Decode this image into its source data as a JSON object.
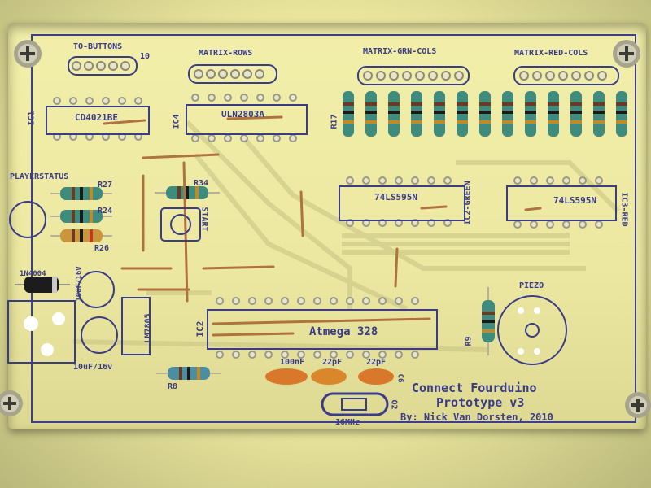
{
  "labels": {
    "to_buttons": "TO-BUTTONS",
    "to_buttons_pin": "10",
    "matrix_rows": "MATRIX-ROWS",
    "matrix_grn_cols": "MATRIX-GRN-COLS",
    "matrix_red_cols": "MATRIX-RED-COLS",
    "cd4021": "CD4021BE",
    "ic1": "IC1",
    "uln2803": "ULN2803A",
    "ic4": "IC4",
    "r17": "R17",
    "player_status": "PLAYERSTATUS",
    "r27": "R27",
    "r24": "R24",
    "r26": "R26",
    "r34": "R34",
    "start": "START",
    "ls595_green": "74LS595N",
    "ic2_green": "IC2-GREEN",
    "ls595_red": "74LS595N",
    "ic3_red": "IC3-RED",
    "diode": "1N4004",
    "cap_upper": "10uF/16V",
    "lm7805": "LM7805",
    "cap_lower": "10uF/16v",
    "r8": "R8",
    "ic2": "IC2",
    "atmega": "Atmega 328",
    "cap_100nf": "100nF",
    "cap_22pf_a": "22pF",
    "cap_22pf_b": "22pF",
    "c6": "C6",
    "q2": "Q2",
    "crystal": "16MHz",
    "piezo": "PIEZO",
    "r9": "R9"
  },
  "board": {
    "title": "Connect Fourduino",
    "version": "Prototype v3",
    "author": "By: Nick Van Dorsten, 2010"
  },
  "colors": {
    "substrate": "#ece8a2",
    "silkscreen": "#3a3c88",
    "resistor_body": "#3f8b7e",
    "jumper_wire": "#b0733e",
    "ceramic_cap": "#d9782a"
  }
}
